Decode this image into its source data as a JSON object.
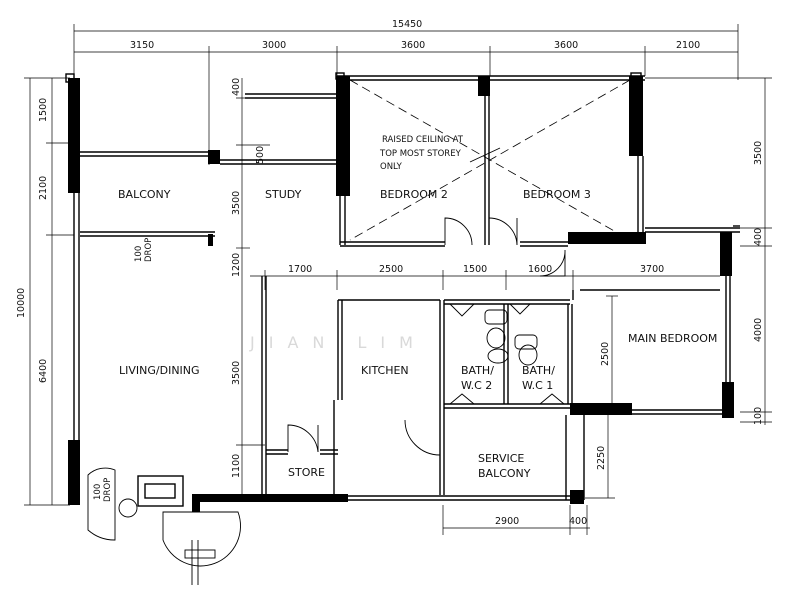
{
  "rooms": {
    "balcony": "BALCONY",
    "study": "STUDY",
    "bedroom2": "BEDROOM 2",
    "bedroom3": "BEDROOM 3",
    "living": "LIVING/DINING",
    "kitchen": "KITCHEN",
    "bath2_a": "BATH/",
    "bath2_b": "W.C 2",
    "bath1_a": "BATH/",
    "bath1_b": "W.C 1",
    "master": "MAIN BEDROOM",
    "store": "STORE",
    "service_a": "SERVICE",
    "service_b": "BALCONY"
  },
  "notes": {
    "ceiling_1": "RAISED CEILING AT",
    "ceiling_2": "TOP MOST STOREY",
    "ceiling_3": "ONLY",
    "drop1_a": "100",
    "drop1_b": "DROP",
    "drop2_a": "100",
    "drop2_b": "DROP"
  },
  "watermark": "JIAN LIM",
  "dimensions": {
    "overall_width": "15450",
    "top": [
      "3150",
      "3000",
      "3600",
      "3600",
      "2100"
    ],
    "middle": [
      "1700",
      "2500",
      "1500",
      "1600",
      "3700"
    ],
    "bottom": [
      "2900",
      "400"
    ],
    "left_overall": "10000",
    "left": [
      "1500",
      "2100",
      "6400"
    ],
    "inner_left": [
      "400",
      "500",
      "3500",
      "1200",
      "3500",
      "1100"
    ],
    "right": [
      "3500",
      "400",
      "4000",
      "100"
    ],
    "inner_right": [
      "2500",
      "2250"
    ]
  }
}
